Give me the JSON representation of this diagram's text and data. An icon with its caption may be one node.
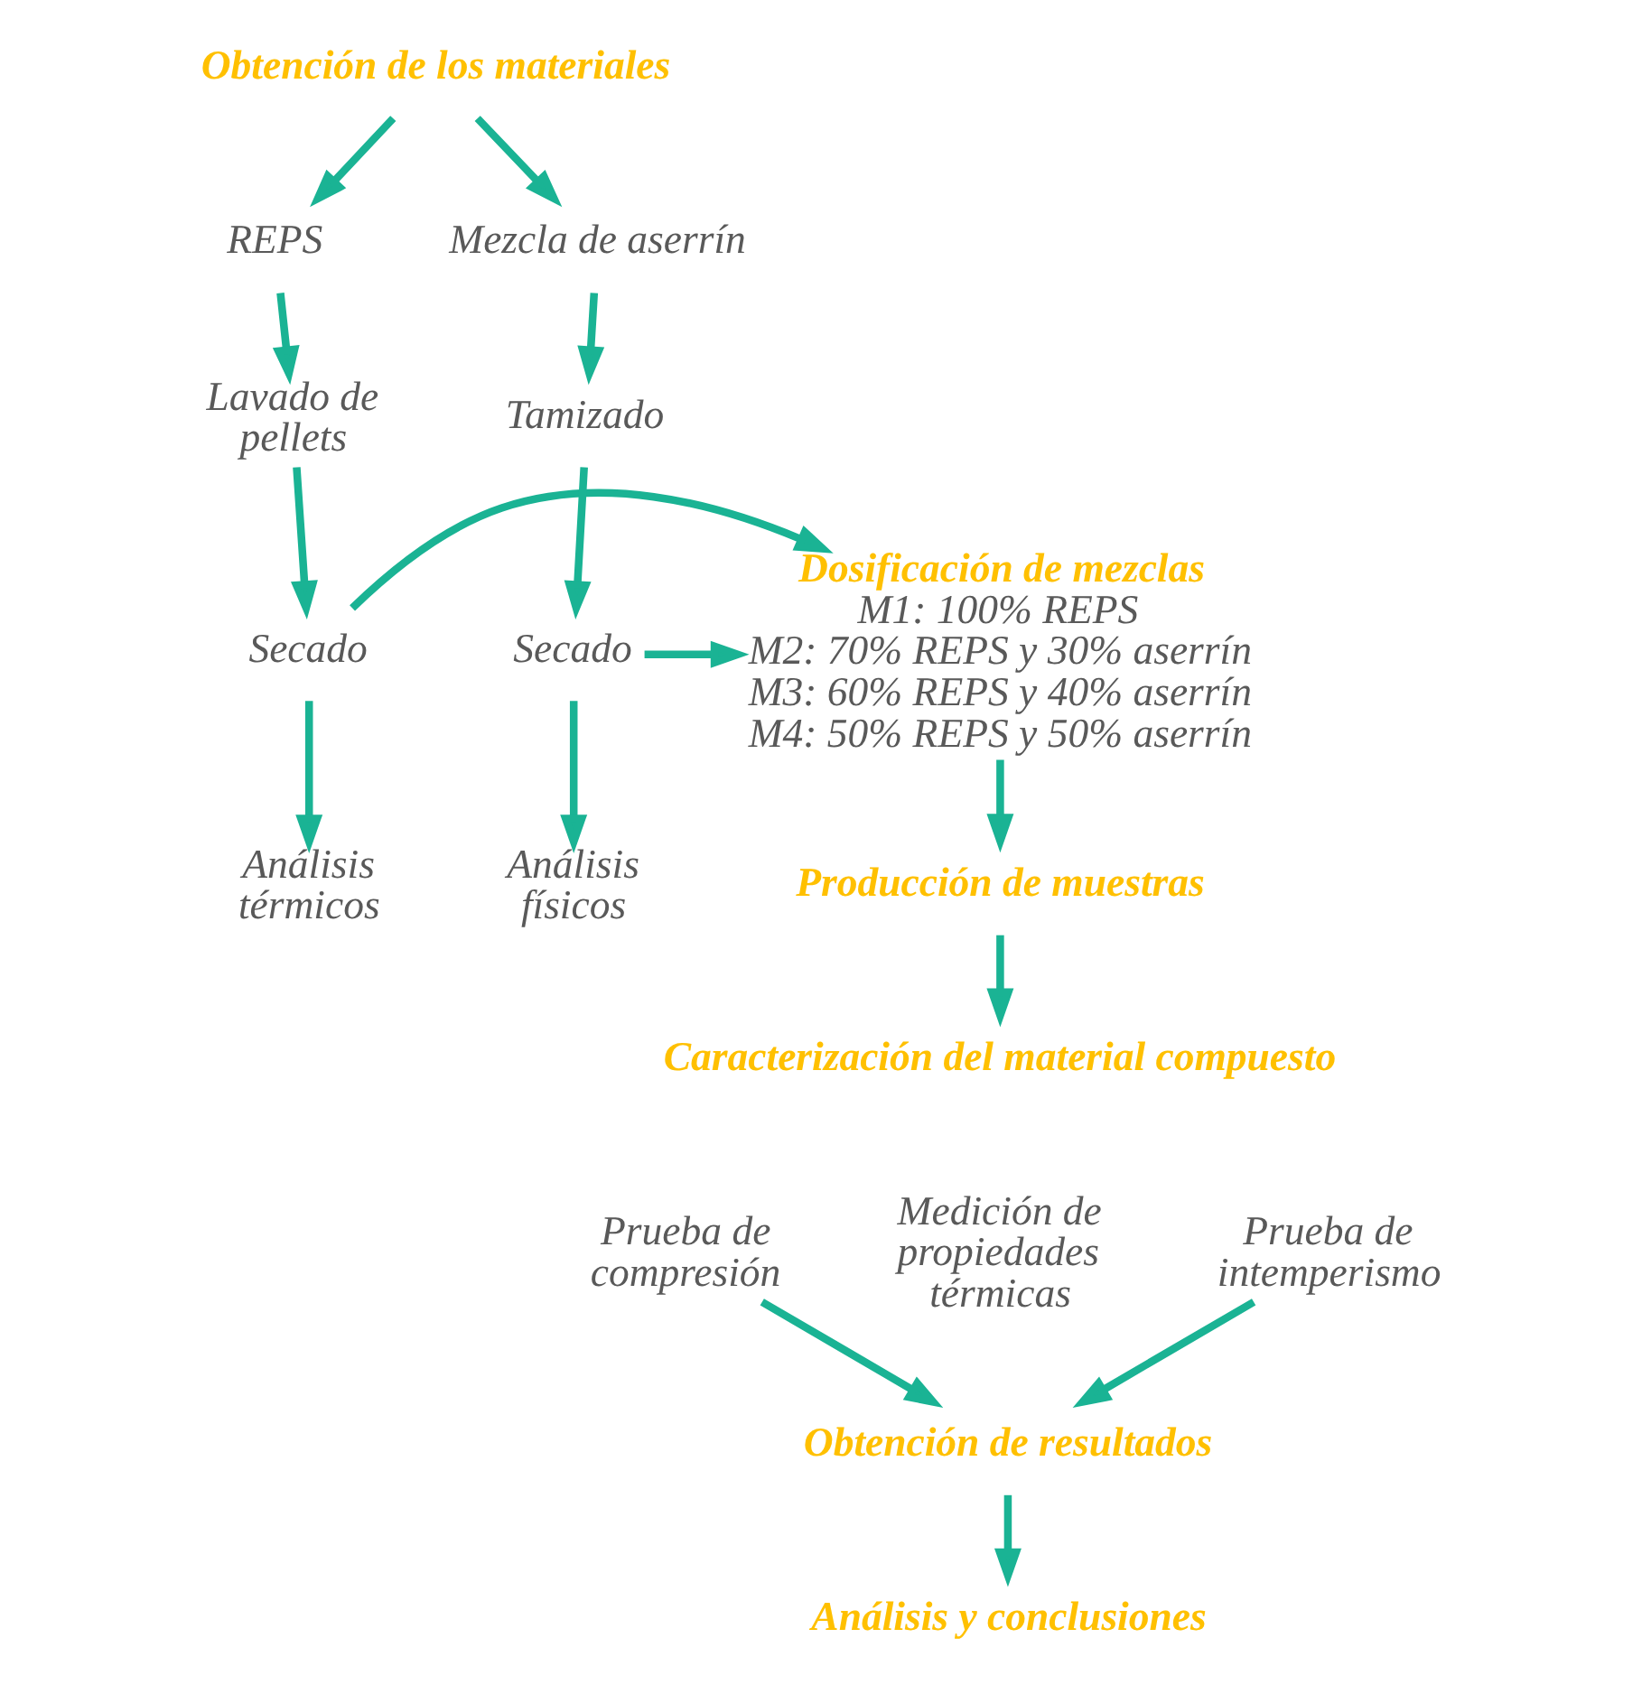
{
  "diagram": {
    "nodes": [
      {
        "text": [
          "Obtención de los materiales"
        ]
      },
      {
        "text": [
          "REPS"
        ]
      },
      {
        "text": [
          "Mezcla de aserrín"
        ]
      },
      {
        "text": [
          "Lavado de pellets"
        ]
      },
      {
        "text": [
          "Secado"
        ]
      },
      {
        "text": [
          "Análisis térmicos"
        ]
      },
      {
        "text": [
          "Dosificación de mezclas",
          "M1: 100% REPS",
          "M2: 70% REPS y 30% aserrín",
          "M3: 60% REPS y 40% aserrín",
          "M4: 50% REPS y 50% aserrín"
        ]
      },
      {
        "text": [
          "Tamizado"
        ]
      },
      {
        "text": [
          "Secado"
        ]
      },
      {
        "text": [
          "Análisis físicos"
        ]
      },
      {
        "text": [
          "Producción de muestras"
        ]
      },
      {
        "text": [
          "Caracterización del material compuesto"
        ]
      },
      {
        "text": [
          "Prueba de compresión"
        ]
      },
      {
        "text": [
          "Medición de propiedades térmicas"
        ]
      },
      {
        "text": [
          "Prueba de intemperismo"
        ]
      },
      {
        "text": [
          "Obtención de resultados"
        ]
      },
      {
        "text": [
          "Análisis y conclusiones"
        ]
      }
    ],
    "edges": [
      {
        "from": 0,
        "to": 1,
        "arrow": "to"
      },
      {
        "from": 0,
        "to": 2,
        "arrow": "to"
      },
      {
        "from": 1,
        "to": 3,
        "arrow": "to"
      },
      {
        "from": 3,
        "to": 4,
        "arrow": "to"
      },
      {
        "from": 4,
        "to": 5,
        "arrow": "to"
      },
      {
        "from": 4,
        "to": 6,
        "arrow": "to"
      },
      {
        "from": 2,
        "to": 7,
        "arrow": "to"
      },
      {
        "from": 7,
        "to": 8,
        "arrow": "to"
      },
      {
        "from": 8,
        "to": 9,
        "arrow": "to"
      },
      {
        "from": 8,
        "to": 6,
        "arrow": "to"
      },
      {
        "from": 6,
        "to": 10,
        "arrow": "to"
      },
      {
        "from": 10,
        "to": 11,
        "arrow": "to"
      },
      {
        "from": 12,
        "to": 15,
        "arrow": "to"
      },
      {
        "from": 14,
        "to": 15,
        "arrow": "to"
      },
      {
        "from": 15,
        "to": 16,
        "arrow": "to"
      }
    ]
  }
}
